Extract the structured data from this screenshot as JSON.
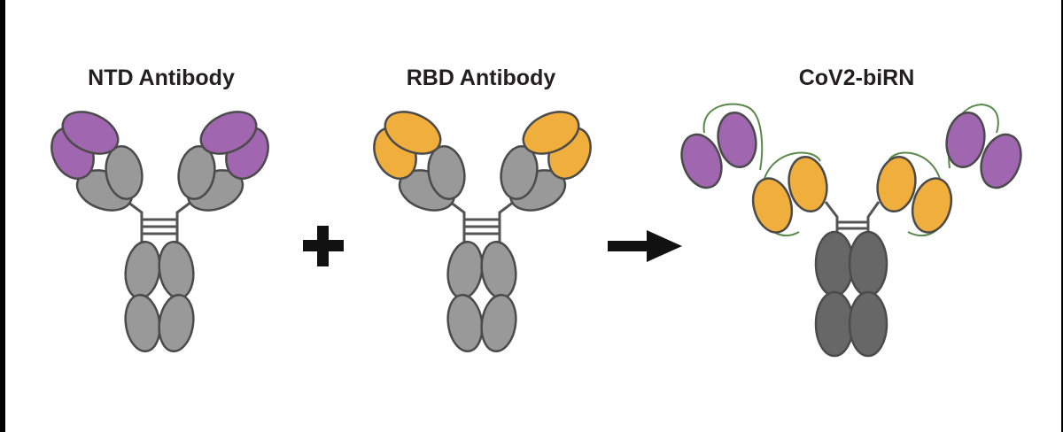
{
  "labels": {
    "ntd": "NTD Antibody",
    "rbd": "RBD Antibody",
    "birn": "CoV2-biRN"
  },
  "operators": {
    "plus": "+",
    "arrow": "→"
  },
  "colors": {
    "ntd_domain": "#a066b0",
    "rbd_domain": "#f0af3c",
    "light_gray": "#999999",
    "dark_gray": "#676767",
    "outline": "#4b4b4b",
    "linker": "#5a8a4a",
    "text": "#231f20"
  }
}
